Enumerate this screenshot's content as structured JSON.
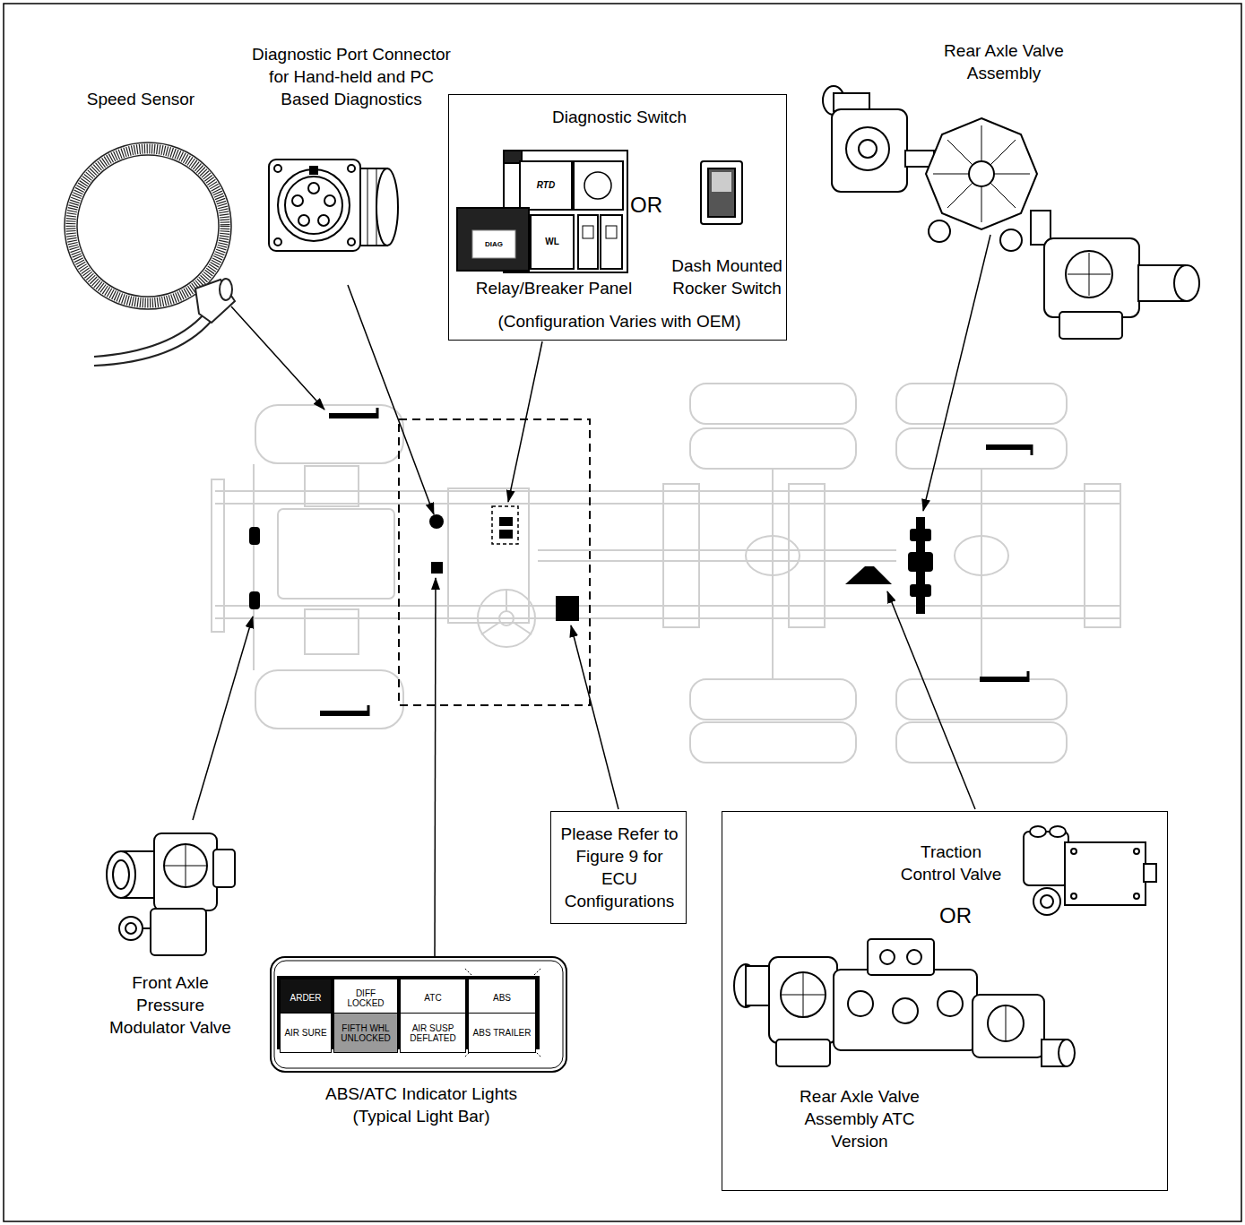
{
  "diagram": {
    "nodes": [
      {
        "text": [
          "Diagnostic Switch",
          "OR",
          "Relay/Breaker Panel",
          "Dash Mounted Rocker Switch",
          "(Configuration Varies with OEM)"
        ]
      },
      {
        "text": [
          "Please Refer to Figure 9 for ECU Configurations"
        ]
      },
      {
        "text": [
          "Traction Control Valve",
          "OR",
          "Rear Axle Valve Assembly ATC Version"
        ]
      },
      {
        "text": [
          "ABS/ATC Indicator Lights (Typical Light Bar)"
        ]
      },
      {
        "text": [
          "ARDER"
        ],
        "in": 3
      },
      {
        "text": [
          "DIFF LOCKED"
        ],
        "in": 3
      },
      {
        "text": [
          "ATC"
        ],
        "in": 3
      },
      {
        "text": [
          "ABS"
        ],
        "in": 3
      },
      {
        "text": [
          "AIR SURE"
        ],
        "in": 3
      },
      {
        "text": [
          "FIFTH WHL UNLOCKED"
        ],
        "in": 3
      },
      {
        "text": [
          "AIR SUSP DEFLATED"
        ],
        "in": 3
      },
      {
        "text": [
          "ABS TRAILER"
        ],
        "in": 3
      }
    ],
    "labels": [
      "Speed Sensor",
      "Diagnostic Port Connector for Hand-held and PC Based Diagnostics",
      "Rear Axle Valve Assembly",
      "Front Axle Pressure Modulator Valve",
      "RTD",
      "DIAG",
      "WL"
    ]
  }
}
